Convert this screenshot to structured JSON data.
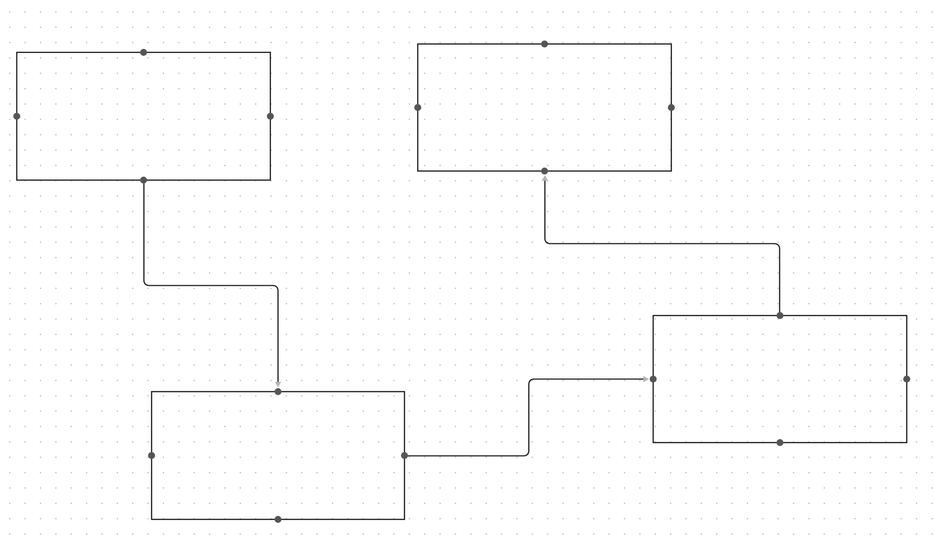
{
  "diagram": {
    "type": "flowchart",
    "grid": "dotted",
    "colors": {
      "node_stroke": "#111111",
      "handle_fill": "#555555",
      "edge_stroke": "#111111",
      "arrowhead_fill": "#b4b4b4",
      "grid_dot": "#c8c8c8"
    },
    "nodes": [
      {
        "id": "node-1",
        "label": ""
      },
      {
        "id": "node-2",
        "label": ""
      },
      {
        "id": "node-3",
        "label": ""
      },
      {
        "id": "node-4",
        "label": ""
      }
    ],
    "edges": [
      {
        "from": "node-1",
        "from_side": "bottom",
        "to": "node-3",
        "to_side": "top",
        "arrow": "end"
      },
      {
        "from": "node-3",
        "from_side": "right",
        "to": "node-4",
        "to_side": "left",
        "arrow": "end"
      },
      {
        "from": "node-4",
        "from_side": "top",
        "to": "node-2",
        "to_side": "bottom",
        "arrow": "end"
      }
    ]
  }
}
